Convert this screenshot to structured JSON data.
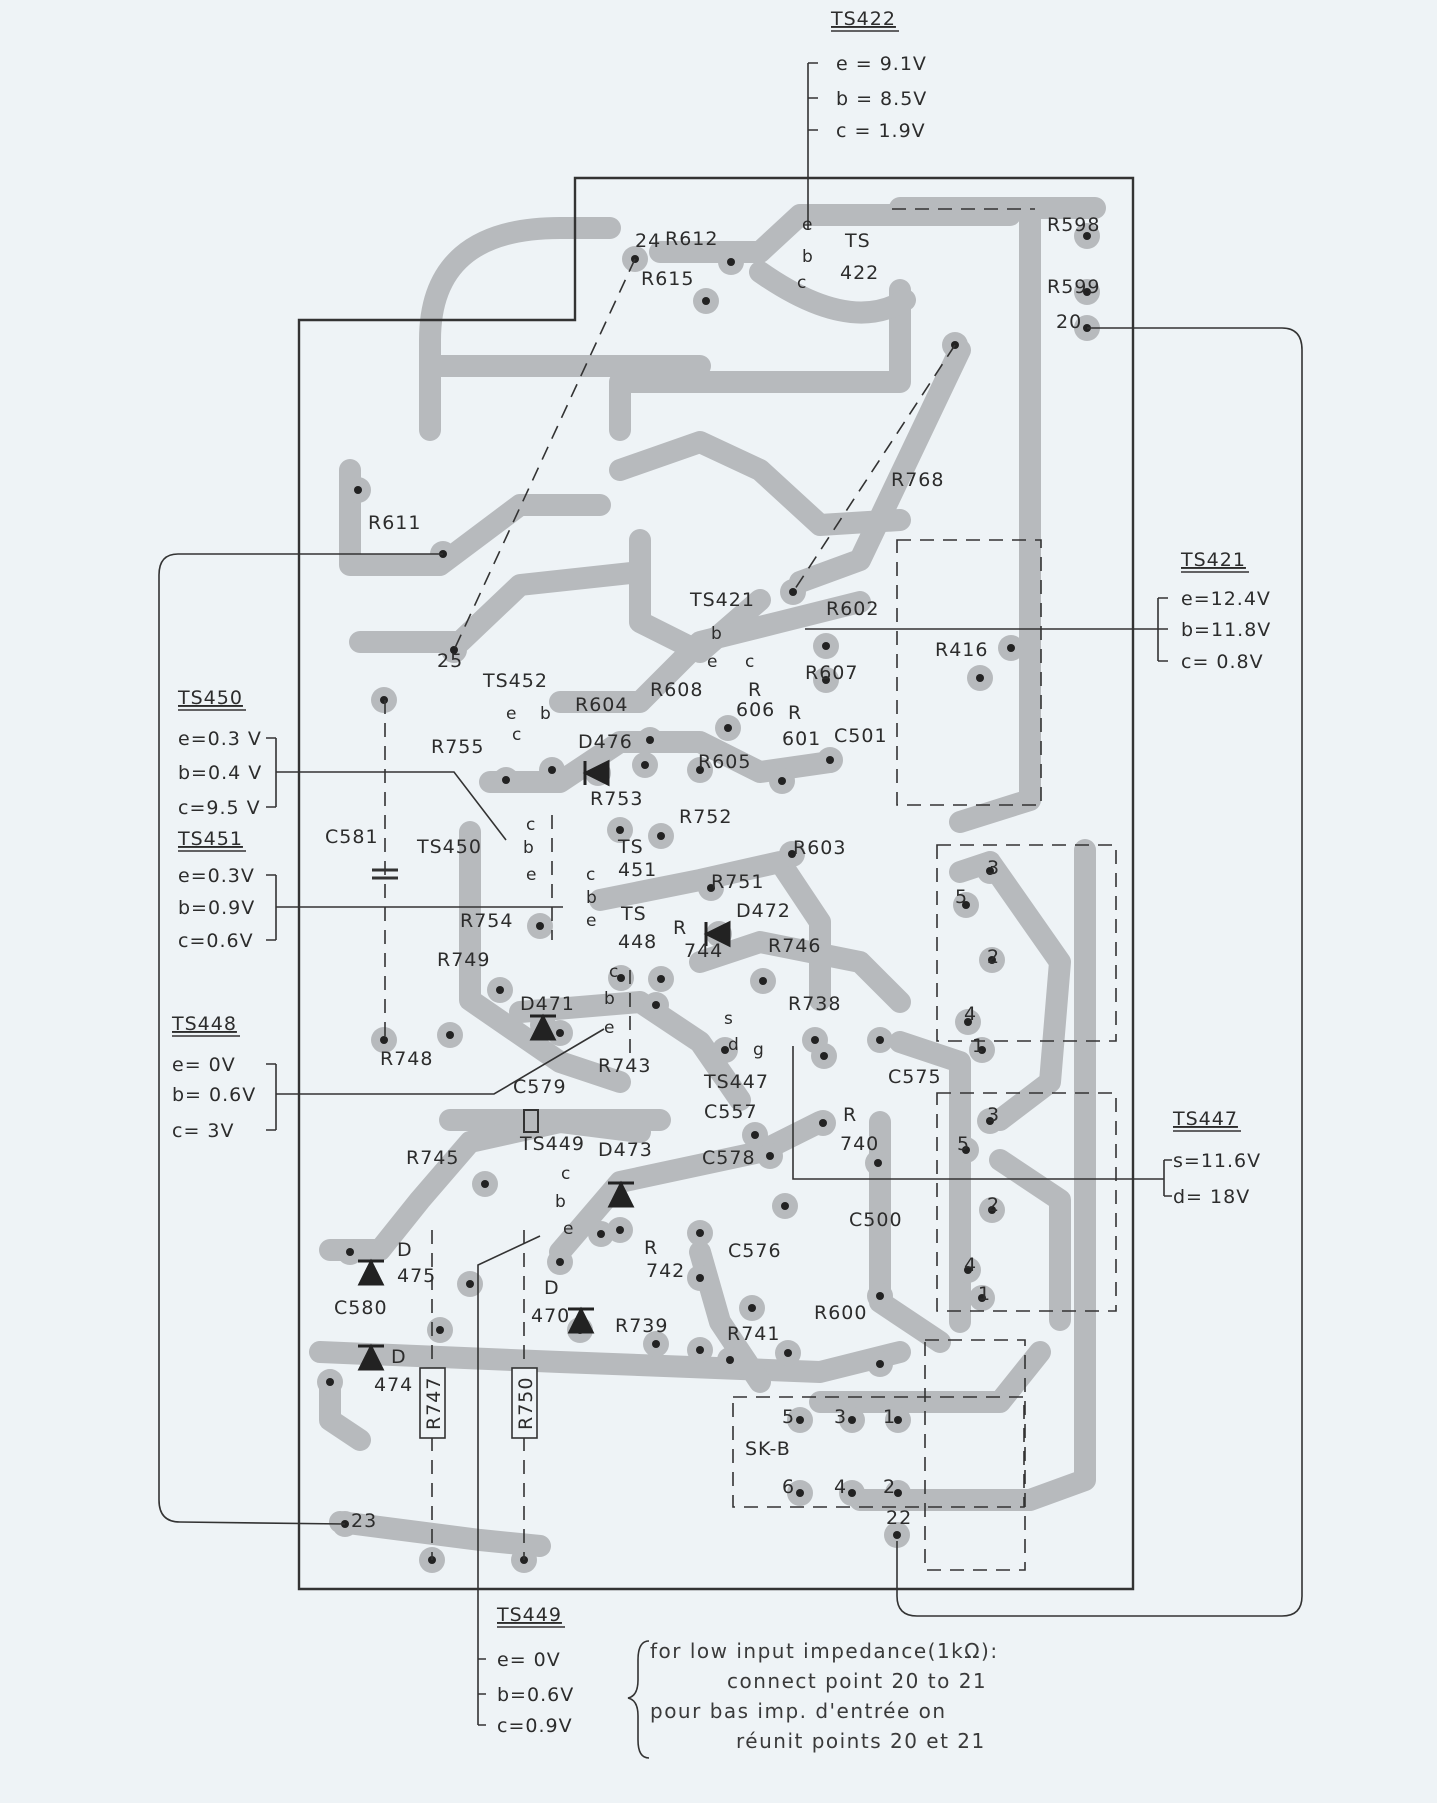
{
  "callouts": {
    "ts422": {
      "title": "TS422",
      "lines": [
        "e = 9.1V",
        "b = 8.5V",
        "c = 1.9V"
      ]
    },
    "ts421": {
      "title": "TS421",
      "lines": [
        "e=12.4V",
        "b=11.8V",
        "c=  0.8V"
      ]
    },
    "ts450": {
      "title": "TS450",
      "lines": [
        "e=0.3 V",
        "b=0.4 V",
        "c=9.5 V"
      ]
    },
    "ts451": {
      "title": "TS451",
      "lines": [
        "e=0.3V",
        "b=0.9V",
        "c=0.6V"
      ]
    },
    "ts448": {
      "title": "TS448",
      "lines": [
        "e=   0V",
        "b= 0.6V",
        "c=    3V"
      ]
    },
    "ts447": {
      "title": "TS447",
      "lines": [
        "s=11.6V",
        "d=  18V"
      ]
    },
    "ts449": {
      "title": "TS449",
      "lines": [
        "e=  0V",
        "b=0.6V",
        "c=0.9V"
      ]
    }
  },
  "note": {
    "lines": [
      "for low input impedance(1kΩ):",
      "connect  point  20 to 21",
      "pour bas imp. d'entrée on",
      "réunit points  20 et 21"
    ]
  },
  "labels": {
    "p24": "24",
    "r612": "R612",
    "ts422a": "TS",
    "ts422b": "422",
    "r615": "R615",
    "r598": "R598",
    "r599": "R599",
    "p20": "20",
    "r768": "R768",
    "r611": "R611",
    "p25": "25",
    "ts421": "TS421",
    "r602": "R602",
    "r416": "R416",
    "r607": "R607",
    "r608": "R608",
    "r606a": "R",
    "r606b": "606",
    "ts452": "TS452",
    "r604": "R604",
    "d476": "D476",
    "r755": "R755",
    "r601a": "R",
    "r601b": "601",
    "c501": "C501",
    "r605": "R605",
    "r753": "R753",
    "r752": "R752",
    "c581": "C581",
    "ts450": "TS450",
    "ts451a": "TS",
    "ts451b": "451",
    "r603": "R603",
    "r751": "R751",
    "r754": "R754",
    "ts448a": "TS",
    "ts448b": "448",
    "r744a": "R",
    "r744b": "744",
    "d472": "D472",
    "r746": "R746",
    "r749": "R749",
    "d471": "D471",
    "r748": "R748",
    "r738": "R738",
    "r743": "R743",
    "ts447": "TS447",
    "c579": "C579",
    "c557": "C557",
    "r740a": "R",
    "r740b": "740",
    "c575": "C575",
    "r745": "R745",
    "ts449": "TS449",
    "d473": "D473",
    "c578": "C578",
    "c500": "C500",
    "r742a": "R",
    "r742b": "742",
    "c576": "C576",
    "d475a": "D",
    "d475b": "475",
    "c580": "C580",
    "d470a": "D",
    "d470b": "470",
    "r739": "R739",
    "r741": "R741",
    "r600": "R600",
    "d474a": "D",
    "d474b": "474",
    "skb": "SK-B",
    "sk5": "5",
    "sk3": "3",
    "sk1": "1",
    "sk6": "6",
    "sk4": "4",
    "sk2": "2",
    "p22": "22",
    "p23": "23",
    "ca3": "3",
    "ca5": "5",
    "ca2": "2",
    "ca4": "4",
    "ca1": "1",
    "cb3": "3",
    "cb5": "5",
    "cb2": "2",
    "cb4": "4",
    "cb1": "1"
  },
  "vertical_labels": {
    "r747": "R747",
    "r750": "R750"
  },
  "pins": {
    "ts422": [
      "e",
      "b",
      "c"
    ],
    "ts421": [
      "b",
      "e",
      "c"
    ],
    "ts452": [
      "e",
      "b",
      "c"
    ],
    "ts450": [
      "c",
      "b",
      "e"
    ],
    "ts451": [
      "c",
      "b",
      "e"
    ],
    "ts448": [
      "c",
      "b",
      "e"
    ],
    "ts447": [
      "s",
      "d",
      "g"
    ],
    "ts449": [
      "c",
      "b",
      "e"
    ]
  },
  "colors": {
    "background": "#eef3f6",
    "copper": "#b7babd",
    "ink": "#2c2c2c"
  }
}
